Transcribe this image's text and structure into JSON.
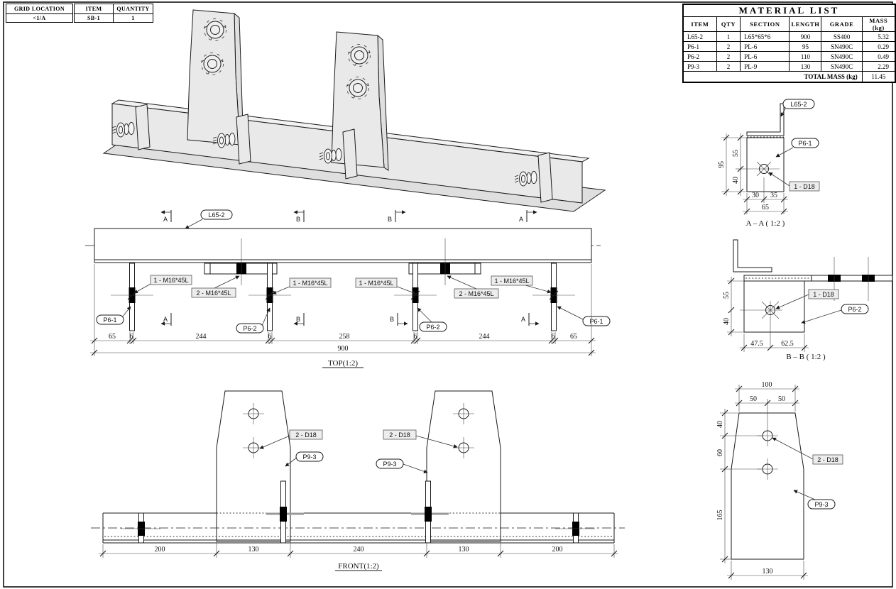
{
  "grid_table": {
    "headers": [
      "GRID LOCATION",
      "ITEM",
      "QUANTITY"
    ],
    "row": [
      "<1/A",
      "SB-1",
      "1"
    ]
  },
  "material_list": {
    "title": "MATERIAL LIST",
    "headers": [
      "ITEM",
      "QTY",
      "SECTION",
      "LENGTH",
      "GRADE",
      "MASS (kg)"
    ],
    "rows": [
      [
        "L65-2",
        "1",
        "L65*65*6",
        "900",
        "SS400",
        "5.32"
      ],
      [
        "P6-1",
        "2",
        "PL-6",
        "95",
        "SN490C",
        "0.29"
      ],
      [
        "P6-2",
        "2",
        "PL-6",
        "110",
        "SN490C",
        "0.49"
      ],
      [
        "P9-3",
        "2",
        "PL-9",
        "130",
        "SN490C",
        "2.29"
      ]
    ],
    "total_label": "TOTAL MASS (kg)",
    "total_value": "11.45"
  },
  "labels": {
    "angle": "L65-2",
    "plate_a": "P6-1",
    "plate_b": "P6-2",
    "gusset": "P9-3",
    "bolt_single": "1 - M16*45L",
    "bolt_double": "2 - M16*45L",
    "hole_single": "1 - D18",
    "hole_double": "2 - D18"
  },
  "top_view": {
    "title": "TOP(1:2)",
    "section_marks": [
      "A",
      "B",
      "B",
      "A"
    ],
    "dims": [
      "65",
      "6",
      "244",
      "6",
      "258",
      "6",
      "244",
      "6",
      "65"
    ],
    "overall": "900"
  },
  "front_view": {
    "title": "FRONT(1:2)",
    "dims": [
      "200",
      "130",
      "240",
      "130",
      "200"
    ]
  },
  "section_aa": {
    "title": "A – A ( 1:2 )",
    "dims_v": [
      "95",
      "55",
      "40"
    ],
    "dims_h": [
      "30",
      "35",
      "65"
    ]
  },
  "section_bb": {
    "title": "B – B ( 1:2 )",
    "dims_v": [
      "55",
      "40"
    ],
    "dims_h": [
      "47.5",
      "62.5"
    ]
  },
  "detail_p93": {
    "dims_top": [
      "100",
      "50",
      "50"
    ],
    "dims_left": [
      "40",
      "60",
      "165"
    ],
    "dim_bottom": "130"
  }
}
